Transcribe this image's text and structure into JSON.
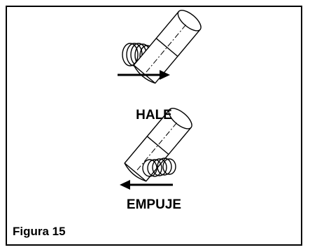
{
  "figure": {
    "pull_label": "HALE",
    "push_label": "EMPUJE",
    "caption": "Figura 15"
  },
  "colors": {
    "ink": "#000000",
    "background": "#ffffff"
  },
  "icons": {
    "pull": "tool-pull-stroke-icon",
    "push": "tool-push-stroke-icon",
    "right_arrow": "arrow-right-icon",
    "left_arrow": "arrow-left-icon"
  }
}
